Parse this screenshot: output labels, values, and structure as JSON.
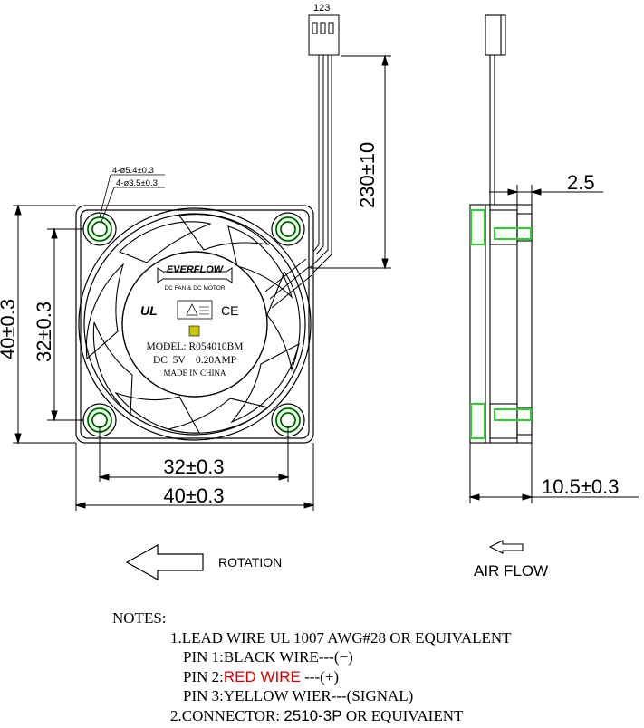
{
  "connector": {
    "pin_label": "123"
  },
  "dimensions": {
    "lead_length": "230±10",
    "height_outer": "40±0.3",
    "height_inner": "32±0.3",
    "width_inner": "32±0.3",
    "width_outer": "40±0.3",
    "hole_large": "4-ø5.4±0.3",
    "hole_small": "4-ø3.5±0.3",
    "side_offset": "2.5",
    "thickness": "10.5±0.3"
  },
  "label": {
    "brand": "EVERFLOW",
    "tagline": "DC FAN & DC MOTOR",
    "model": "MODEL: R054010BM",
    "rating": "DC  5V    0.20AMP",
    "origin": "MADE IN CHINA",
    "ce_mark": "CE",
    "ul_mark": "UL"
  },
  "legend": {
    "rotation": "ROTATION",
    "air_flow": "AIR FLOW"
  },
  "notes": {
    "heading": "NOTES:",
    "note1": "1.LEAD WIRE UL 1007 AWG#28 OR EQUIVALENT",
    "pin1": "PIN 1:BLACK WIRE---(−)",
    "pin2_prefix": "PIN 2:",
    "pin2_red": "RED WIRE",
    "pin2_suffix": " ---(+)",
    "pin3": "PIN 3:YELLOW WIER---(SIGNAL)",
    "note2_prefix": "2.CONNECTOR: ",
    "note2_part": "2510-3P",
    "note2_suffix": " OR EQUIVAIENT"
  },
  "colors": {
    "line": "#000000",
    "hole_highlight": "#2bd02b",
    "red_text": "#d40000",
    "label_dot": "#c8c800"
  }
}
